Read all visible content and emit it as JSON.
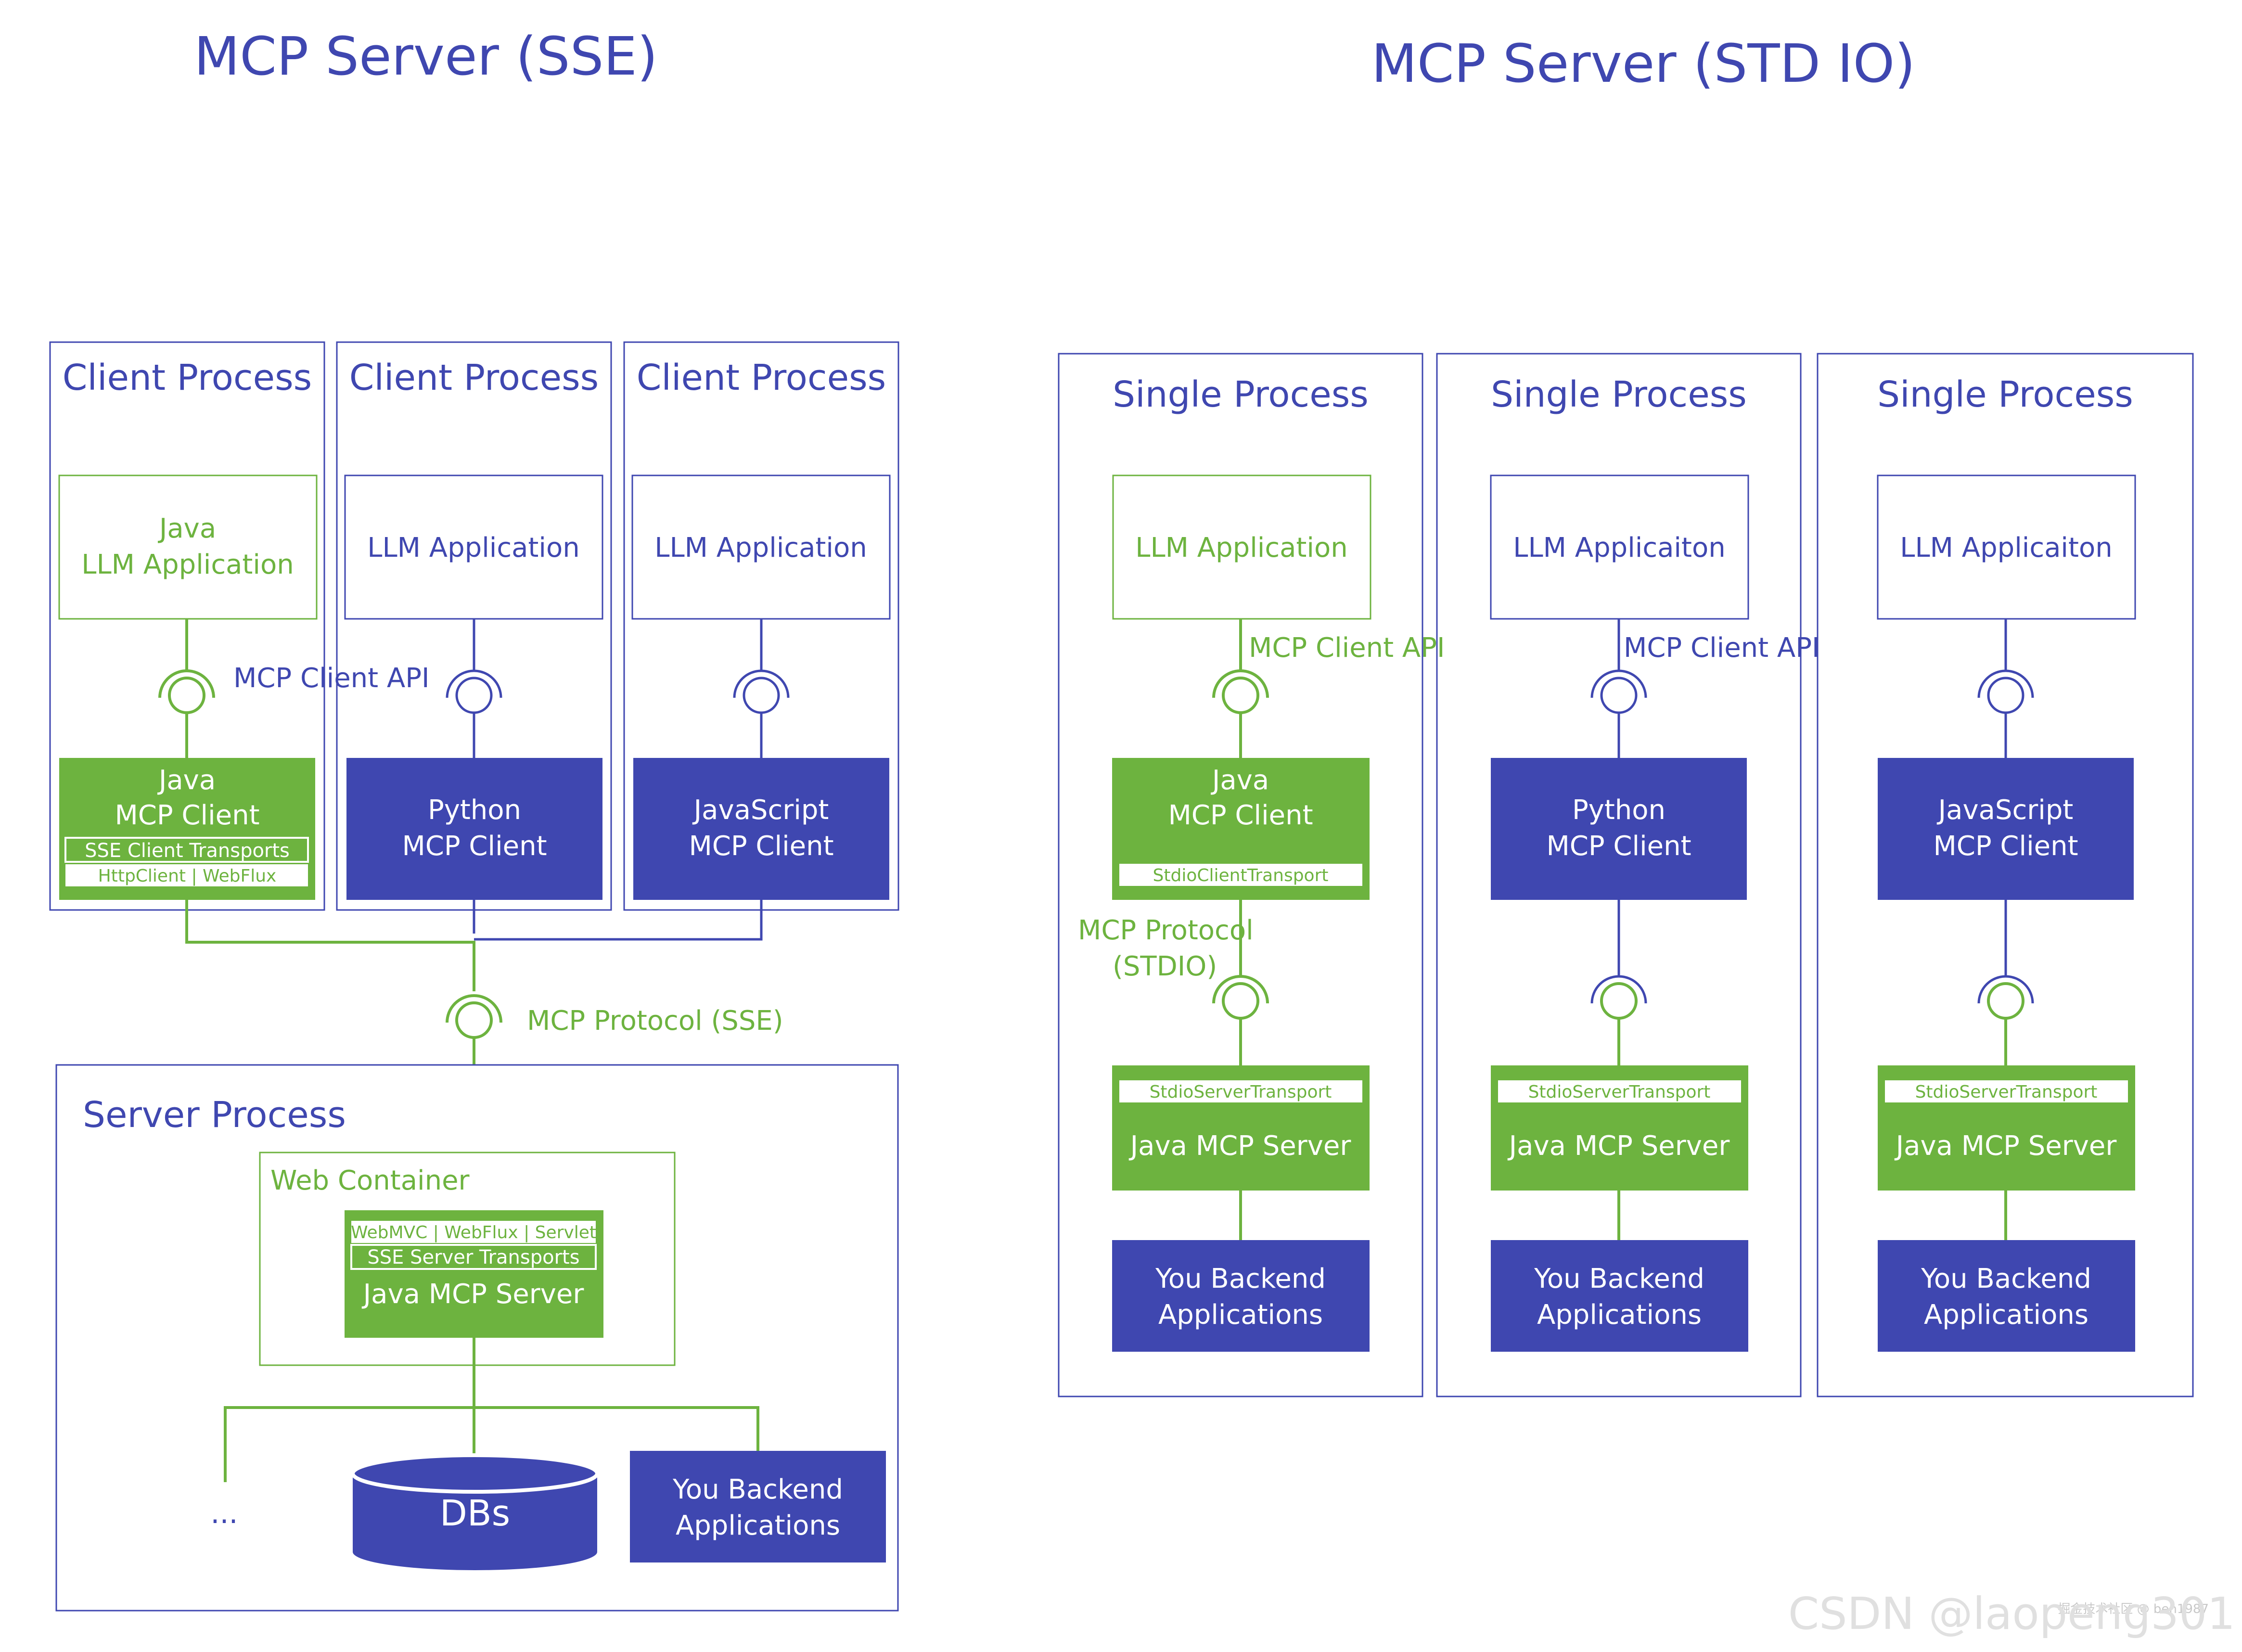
{
  "sse": {
    "title": "MCP Server (SSE)",
    "client_process_label": "Client Process",
    "clients": [
      {
        "app_line1": "Java",
        "app_line2": "LLM Application",
        "client_line1": "Java",
        "client_line2": "MCP Client",
        "transport_line1": "SSE Client Transports",
        "transport_line2": "HttpClient | WebFlux"
      },
      {
        "app_line1": "LLM Application",
        "client_line1": "Python",
        "client_line2": "MCP Client"
      },
      {
        "app_line1": "LLM Application",
        "client_line1": "JavaScript",
        "client_line2": "MCP Client"
      }
    ],
    "client_api_label": "MCP Client API",
    "protocol_label": "MCP Protocol (SSE)",
    "server_process_label": "Server Process",
    "web_container_label": "Web Container",
    "server_transport_line1": "WebMVC | WebFlux | Servlet",
    "server_transport_line2": "SSE Server Transports",
    "server_label": "Java MCP Server",
    "ellipsis": "...",
    "db_label": "DBs",
    "backend_line1": "You Backend",
    "backend_line2": "Applications"
  },
  "stdio": {
    "title": "MCP Server (STD IO)",
    "single_process_label": "Single Process",
    "columns": [
      {
        "app": "LLM Application",
        "client_line1": "Java",
        "client_line2": "MCP Client",
        "client_transport": "StdioClientTransport"
      },
      {
        "app": "LLM Applicaiton",
        "client_line1": "Python",
        "client_line2": "MCP Client"
      },
      {
        "app": "LLM Applicaiton",
        "client_line1": "JavaScript",
        "client_line2": "MCP Client"
      }
    ],
    "client_api_label": "MCP Client API",
    "protocol_line1": "MCP Protocol",
    "protocol_line2": "(STDIO)",
    "server_transport": "StdioServerTransport",
    "server_label": "Java MCP Server",
    "backend_line1": "You Backend",
    "backend_line2": "Applications"
  },
  "watermark": {
    "main": "CSDN @laopeng301",
    "small": "掘金技术社区 @ ben1987"
  },
  "colors": {
    "blue": "#3f47b0",
    "green": "#6db33f",
    "white": "#ffffff"
  }
}
